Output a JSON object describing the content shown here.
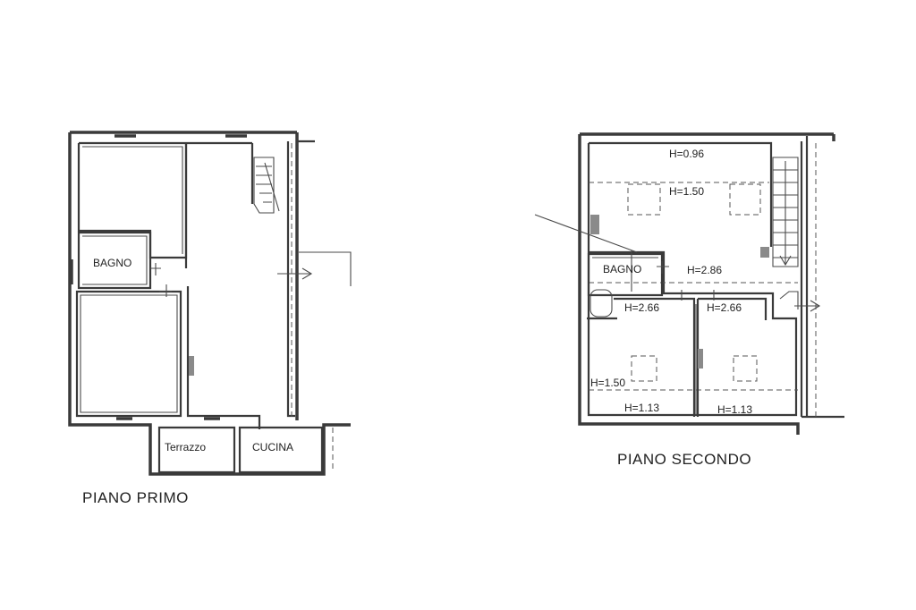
{
  "first_floor": {
    "title": "PIANO PRIMO",
    "rooms": {
      "bagno": "BAGNO",
      "terrazzo": "Terrazzo",
      "cucina": "CUCINA"
    }
  },
  "second_floor": {
    "title": "PIANO SECONDO",
    "rooms": {
      "bagno": "BAGNO"
    },
    "heights": {
      "h096": "H=0.96",
      "h150_top": "H=1.50",
      "h286": "H=2.86",
      "h266_left": "H=2.66",
      "h266_right": "H=2.66",
      "h150_left": "H=1.50",
      "h113_left": "H=1.13",
      "h113_right": "H=1.13"
    }
  }
}
